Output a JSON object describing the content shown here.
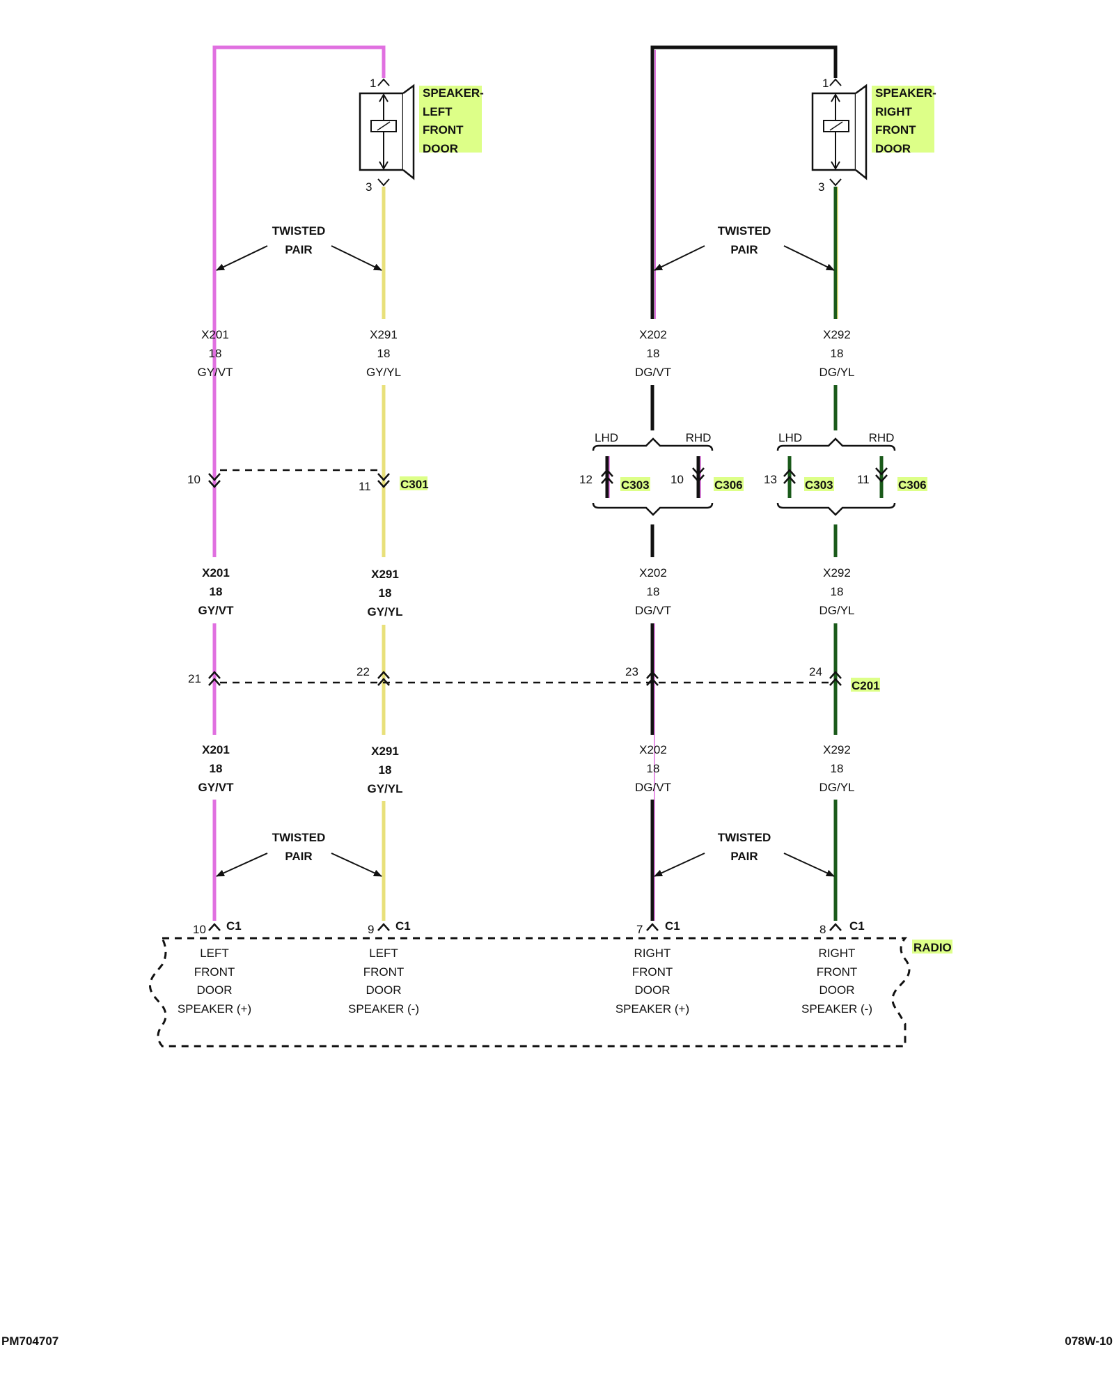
{
  "footer": {
    "left_code": "PM704707",
    "right_code": "078W-10"
  },
  "colors": {
    "gy_vt": "#e070e0",
    "gy_yl": "#e8e07a",
    "dg_vt_a": "#111111",
    "dg_vt_b": "#e070e0",
    "dg_yl_a": "#1a5a1a",
    "dg_yl_b": "#e8e07a",
    "highlight": "#ddff88"
  },
  "speakers": {
    "left": {
      "lines": [
        "SPEAKER-",
        "LEFT",
        "FRONT",
        "DOOR"
      ],
      "pin_top": "1",
      "pin_bottom": "3"
    },
    "right": {
      "lines": [
        "SPEAKER-",
        "RIGHT",
        "FRONT",
        "DOOR"
      ],
      "pin_top": "1",
      "pin_bottom": "3"
    }
  },
  "twisted_pair": [
    "TWISTED",
    "PAIR"
  ],
  "wires": {
    "x201": [
      "X201",
      "18",
      "GY/VT"
    ],
    "x291": [
      "X291",
      "18",
      "GY/YL"
    ],
    "x202": [
      "X202",
      "18",
      "DG/VT"
    ],
    "x292": [
      "X292",
      "18",
      "DG/YL"
    ],
    "x201_bold": [
      "X201",
      "18",
      "GY/VT"
    ],
    "x291_bold": [
      "X291",
      "18",
      "GY/YL"
    ]
  },
  "c301": {
    "name": "C301",
    "pin_left": "10",
    "pin_right": "11"
  },
  "lhd_rhd": {
    "lhd": "LHD",
    "rhd": "RHD",
    "c303": "C303",
    "c306": "C306",
    "x202_lhd_pin": "12",
    "x202_rhd_pin": "10",
    "x292_lhd_pin": "13",
    "x292_rhd_pin": "11"
  },
  "c201": {
    "name": "C201",
    "pins": [
      "21",
      "22",
      "23",
      "24"
    ]
  },
  "radio": {
    "name": "RADIO",
    "connector": "C1",
    "pins": [
      "10",
      "9",
      "7",
      "8"
    ],
    "speakers": [
      [
        "LEFT",
        "FRONT",
        "DOOR",
        "SPEAKER (+)"
      ],
      [
        "LEFT",
        "FRONT",
        "DOOR",
        "SPEAKER (-)"
      ],
      [
        "RIGHT",
        "FRONT",
        "DOOR",
        "SPEAKER (+)"
      ],
      [
        "RIGHT",
        "FRONT",
        "DOOR",
        "SPEAKER (-)"
      ]
    ]
  }
}
